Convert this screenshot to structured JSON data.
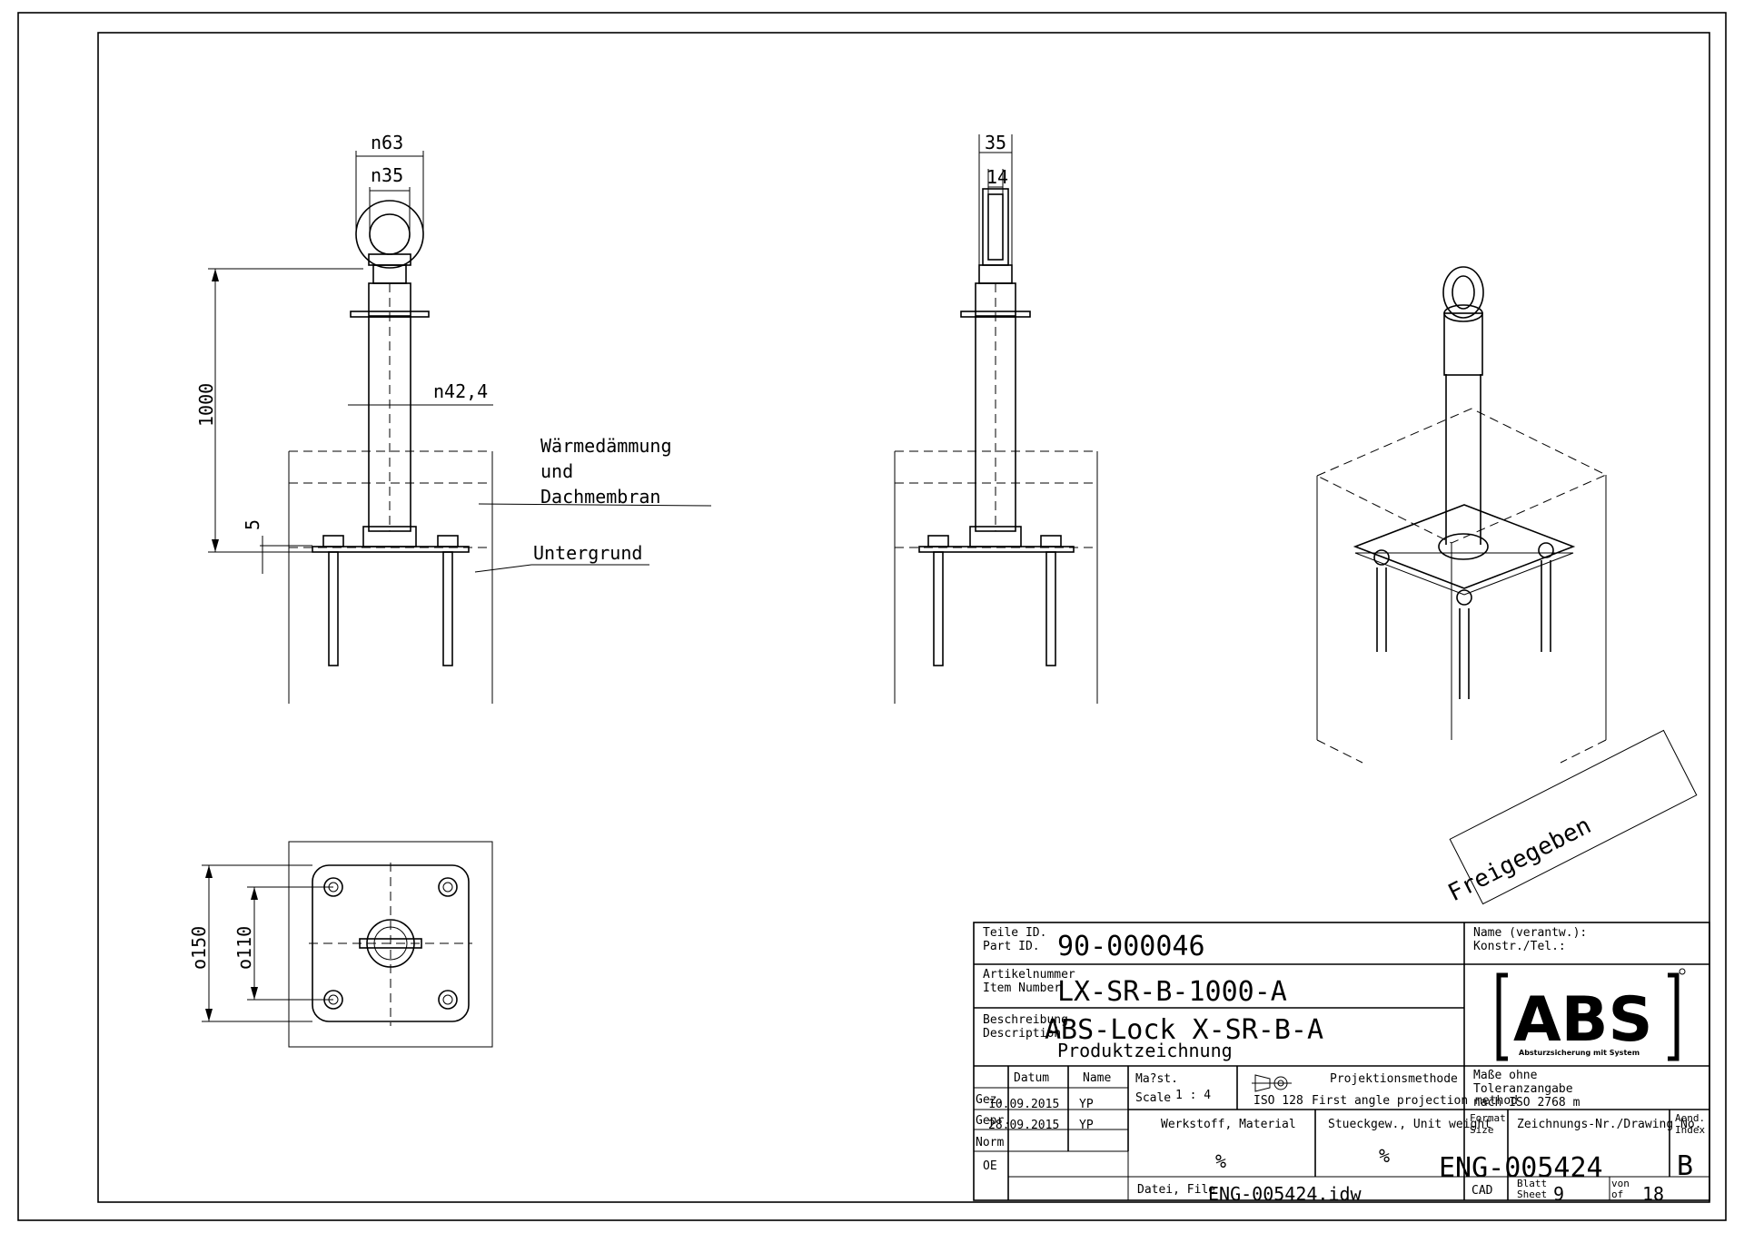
{
  "drawing": {
    "dims": {
      "eye_outer": "n63",
      "eye_inner": "n35",
      "height": "1000",
      "tube_dia": "n42,4",
      "plate_thk": "5",
      "side_width": "35",
      "side_inner": "14",
      "plate_size": "o150",
      "hole_spacing": "o110"
    },
    "labels": {
      "insulation_1": "Wärmedämmung",
      "insulation_2": "und",
      "insulation_3": "Dachmembran",
      "substrate": "Untergrund"
    },
    "stamp": "Freigegeben"
  },
  "title_block": {
    "part_id_label_1": "Teile ID.",
    "part_id_label_2": "Part ID.",
    "part_id": "90-000046",
    "article_label_1": "Artikelnummer",
    "article_label_2": "Item Number",
    "article": "LX-SR-B-1000-A",
    "desc_label_1": "Beschreibung",
    "desc_label_2": "Description",
    "desc_1": "ABS-Lock X-SR-B-A",
    "desc_2": "Produktzeichnung",
    "name_label_1": "Name (verantw.):",
    "name_label_2": "Konstr./Tel.:",
    "logo_text": "ABS",
    "logo_sub": "Absturzsicherung mit System",
    "col_datum": "Datum",
    "col_name": "Name",
    "row_gez": "Gez.",
    "row_gepr": "Gepr.",
    "row_norm": "Norm",
    "row_oe": "OE",
    "gez_date": "10.09.2015",
    "gez_name": "YP",
    "gepr_date": "28.09.2015",
    "gepr_name": "YP",
    "scale_label_1": "Ma?st.",
    "scale_label_2": "Scale",
    "scale_value": "1 : 4",
    "proj_label": "Projektionsmethode",
    "proj_std": "ISO 128",
    "proj_value": "First angle projection method",
    "tol_1": "Maße ohne",
    "tol_2": "Toleranzangabe",
    "tol_3": "nach ISO 2768 m",
    "material_label": "Werkstoff, Material",
    "material_value": "%",
    "weight_label": "Stueckgew., Unit weight",
    "weight_value": "%",
    "format_label_1": "Format",
    "format_label_2": "Size",
    "drawing_no_label": "Zeichnungs-Nr./Drawing No.",
    "index_label_1": "Aend.",
    "index_label_2": "Index",
    "drawing_no": "ENG-005424",
    "index": "B",
    "file_label": "Datei, File",
    "file": "ENG-005424.idw",
    "cad": "CAD",
    "sheet_label_1": "Blatt",
    "sheet_label_2": "Sheet",
    "sheet": "9",
    "of_label_1": "von",
    "of_label_2": "of",
    "of": "18"
  }
}
